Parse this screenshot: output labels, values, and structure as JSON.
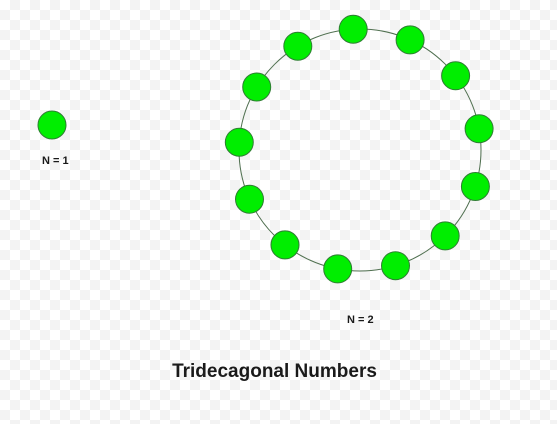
{
  "labels": {
    "n1": "N = 1",
    "n2": "N = 2"
  },
  "caption": "Tridecagonal Numbers",
  "figures": [
    {
      "n": 1,
      "dot_count": 1
    },
    {
      "n": 2,
      "dot_count": 13
    }
  ],
  "colors": {
    "dot_fill": "#00ee00",
    "dot_stroke": "#2e7d32",
    "ring_stroke": "#4f6f4f",
    "text": "#1a1a1a"
  }
}
